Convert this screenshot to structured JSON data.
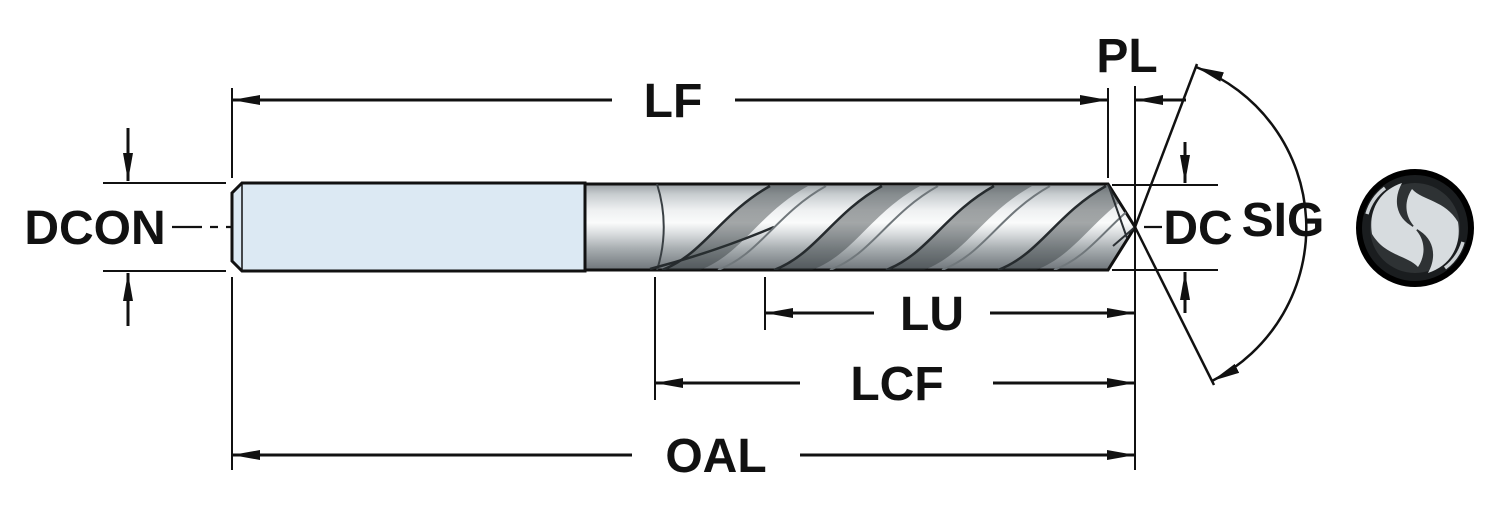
{
  "diagram": {
    "labels": {
      "lf": "LF",
      "pl": "PL",
      "dcon": "DCON",
      "dc": "DC",
      "sig": "SIG",
      "lu": "LU",
      "lcf": "LCF",
      "oal": "OAL"
    },
    "colors": {
      "shank_fill": "#dce9f3",
      "line": "#111111",
      "metal_light": "#fafbfb",
      "metal_dark": "#6f757a"
    }
  }
}
